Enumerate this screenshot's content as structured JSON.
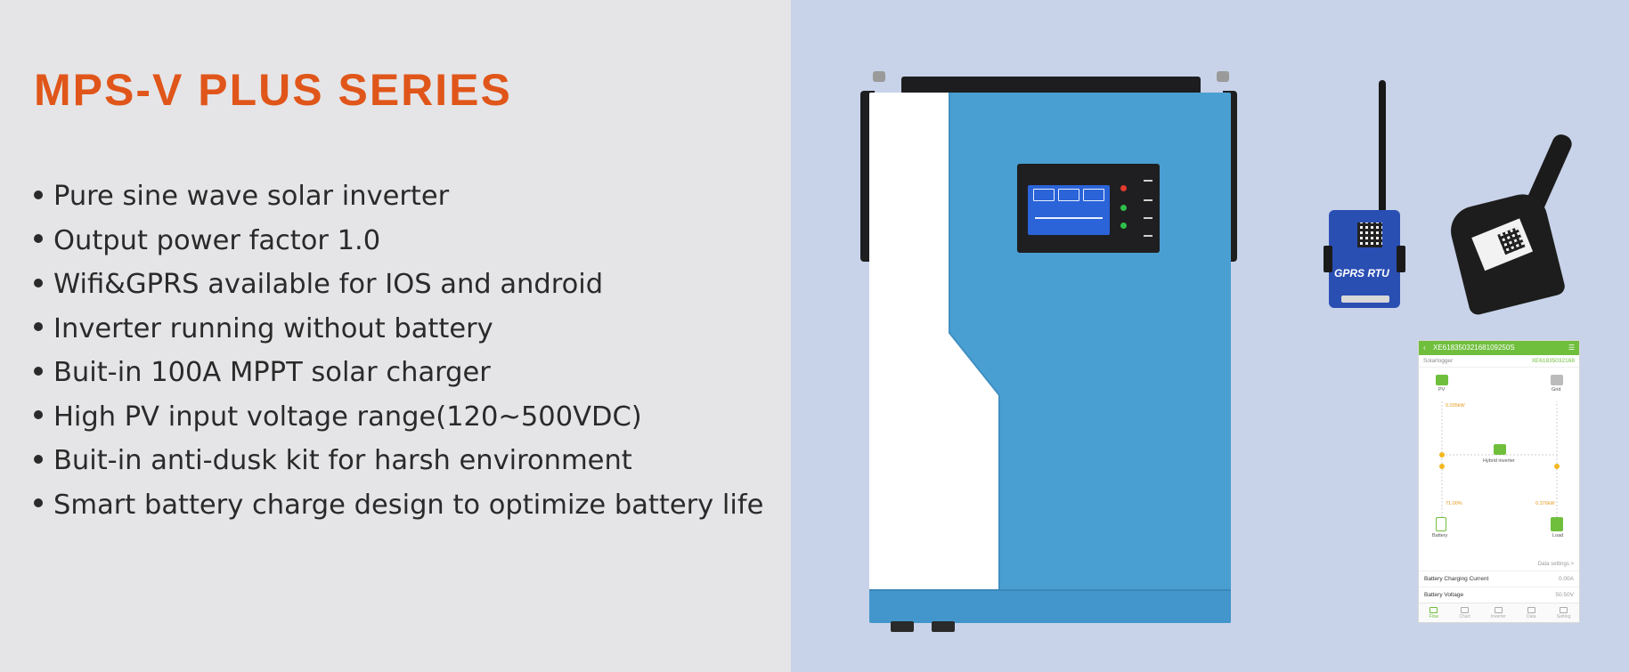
{
  "title": "MPS-V PLUS SERIES",
  "features": [
    "Pure sine wave solar inverter",
    "Output power factor 1.0",
    "Wifi&GPRS available for IOS and android",
    "Inverter running without battery",
    "Buit-in 100A MPPT solar charger",
    "High PV input voltage range(120~500VDC)",
    "Buit-in anti-dusk kit for harsh environment",
    "Smart battery charge design to optimize battery life"
  ],
  "colors": {
    "title": "#e0561a",
    "left_bg": "#e5e5e7",
    "right_bg": "#c8d3e9",
    "inverter_blue": "#4a9fd2",
    "app_green": "#6fbf3d"
  },
  "gprs": {
    "label": "GPRS RTU"
  },
  "app": {
    "header": "XE61835032168109250S",
    "sub_left": "Solarlogger",
    "sub_right": "XE61835032168",
    "pv_label": "PV",
    "grid_label": "Grid",
    "hybrid_label": "Hybrid inverter",
    "battery_label": "Battery",
    "load_label": "Load",
    "pv_value": "0.035kW",
    "battery_value": "71.00%",
    "load_value": "0.376kW",
    "link": "Data settings >",
    "rows": [
      {
        "label": "Battery Charging Current",
        "value": "0.00A"
      },
      {
        "label": "Battery Voltage",
        "value": "50.50V"
      }
    ],
    "tabs": [
      "Flow",
      "Chart",
      "Inverter",
      "Data",
      "Setting"
    ]
  }
}
